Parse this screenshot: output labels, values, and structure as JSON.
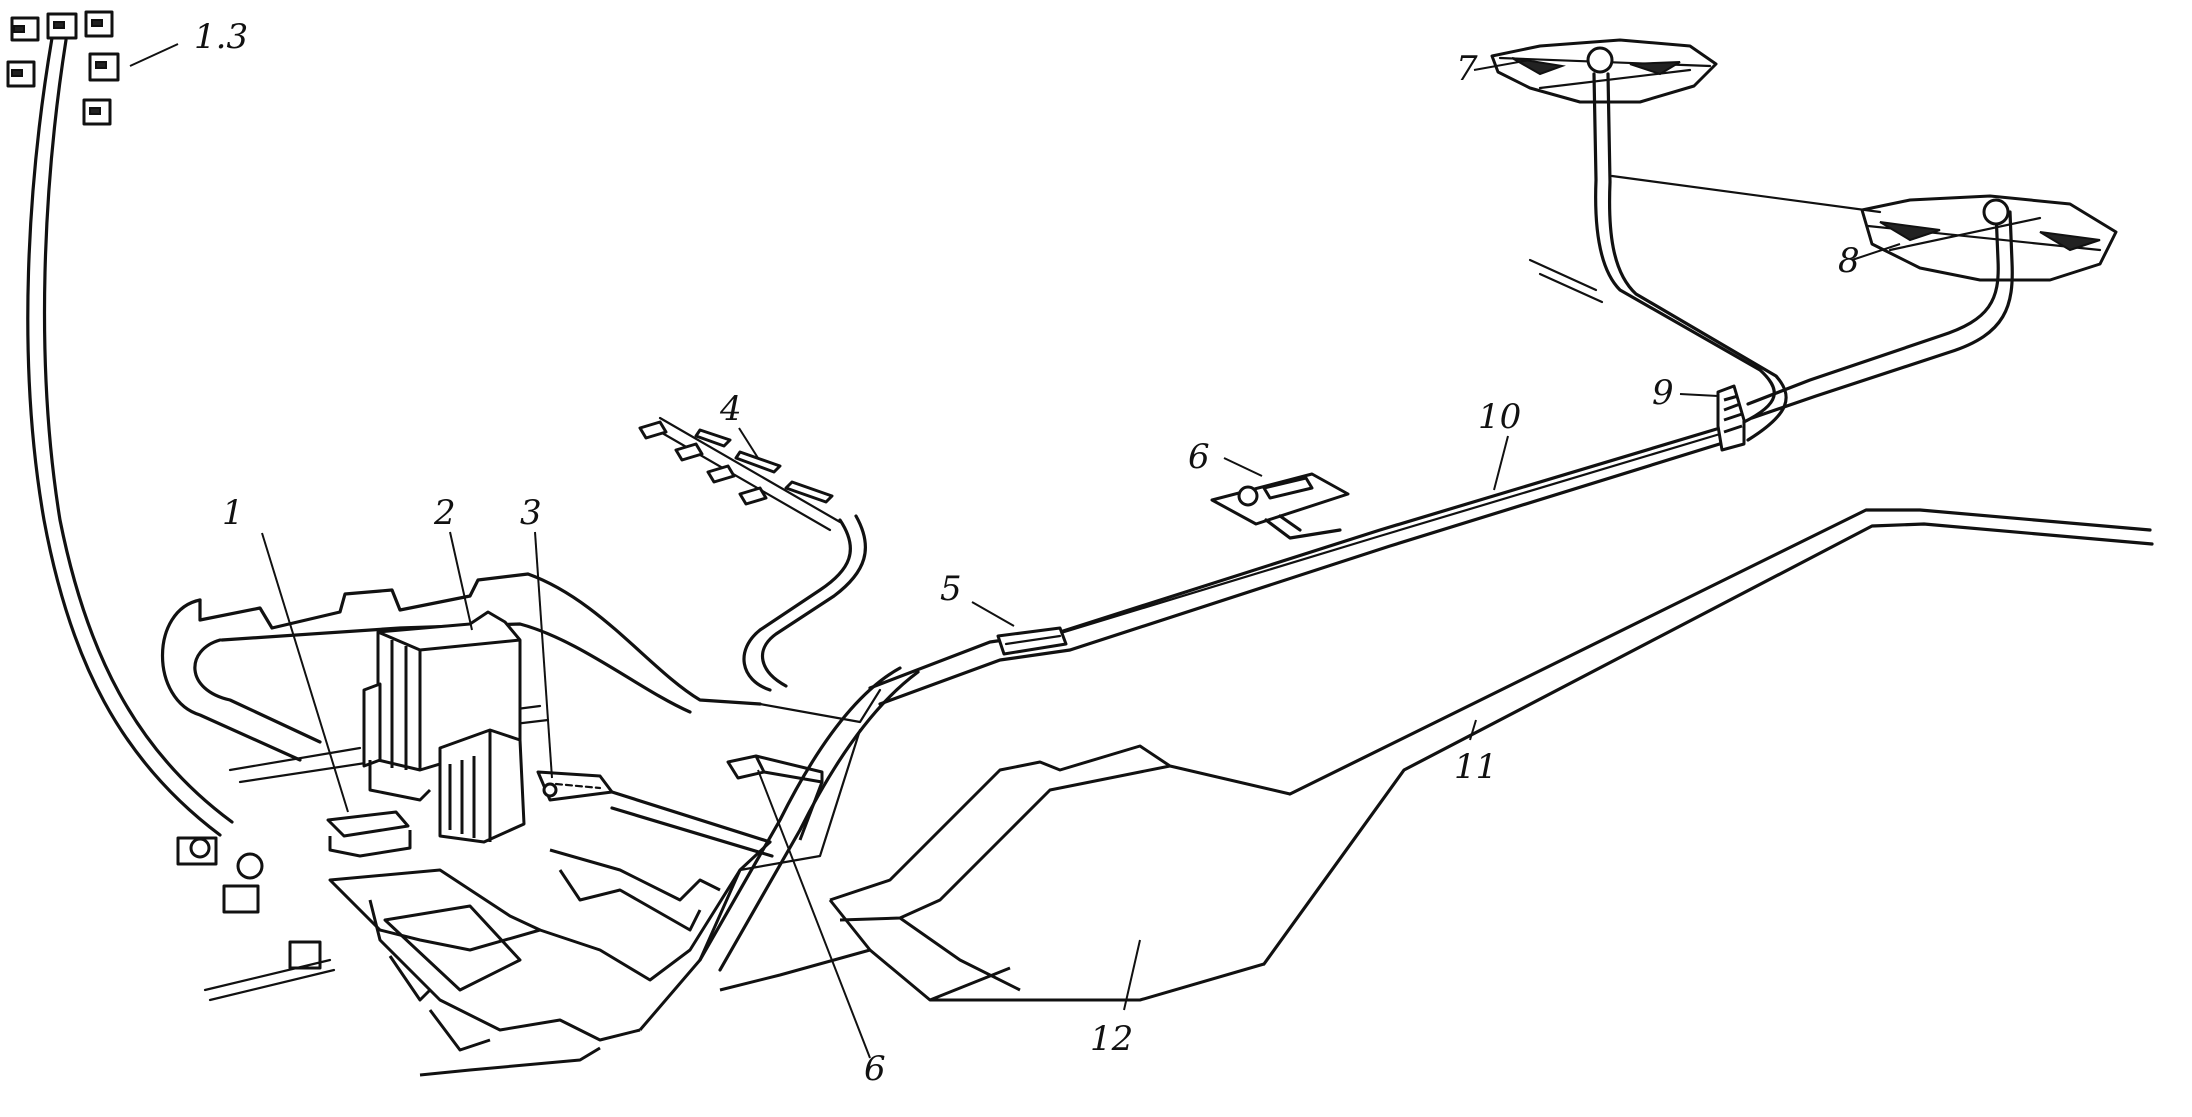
{
  "figure": {
    "callouts": {
      "c1": "1",
      "c2": "2",
      "c3": "3",
      "c4": "4",
      "c5": "5",
      "c6a": "6",
      "c6b": "6",
      "c7": "7",
      "c8": "8",
      "c9": "9",
      "c10": "10",
      "c11": "11",
      "c12": "12",
      "c13": "1.3"
    },
    "colors": {
      "ink": "#111111",
      "paper": "#ffffff"
    }
  }
}
